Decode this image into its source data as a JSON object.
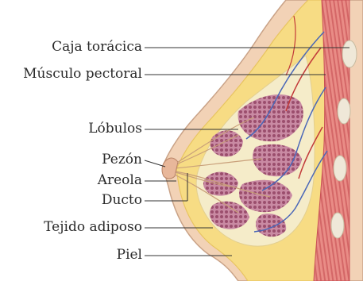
{
  "diagram": {
    "labels": [
      {
        "id": "rib-cage",
        "text": "Caja torácica"
      },
      {
        "id": "pectoral-muscle",
        "text": "Músculo pectoral"
      },
      {
        "id": "lobules",
        "text": "Lóbulos"
      },
      {
        "id": "nipple",
        "text": "Pezón"
      },
      {
        "id": "areola",
        "text": "Areola"
      },
      {
        "id": "duct",
        "text": "Ducto"
      },
      {
        "id": "adipose-tissue",
        "text": "Tejido adiposo"
      },
      {
        "id": "skin",
        "text": "Piel"
      }
    ],
    "colors": {
      "skin": "#f2d2b6",
      "skin_outline": "#c9a287",
      "fat": "#f7dc84",
      "fat_dark": "#e8c460",
      "gland": "#f5ecc9",
      "lobule": "#9b4e6d",
      "lobule_light": "#c98aa3",
      "muscle": "#e07a7a",
      "muscle_stripe": "#c84f55",
      "rib": "#efe8d8",
      "vessel_blue": "#4a67b8",
      "vessel_red": "#c23a3a",
      "leader": "#333333"
    }
  }
}
